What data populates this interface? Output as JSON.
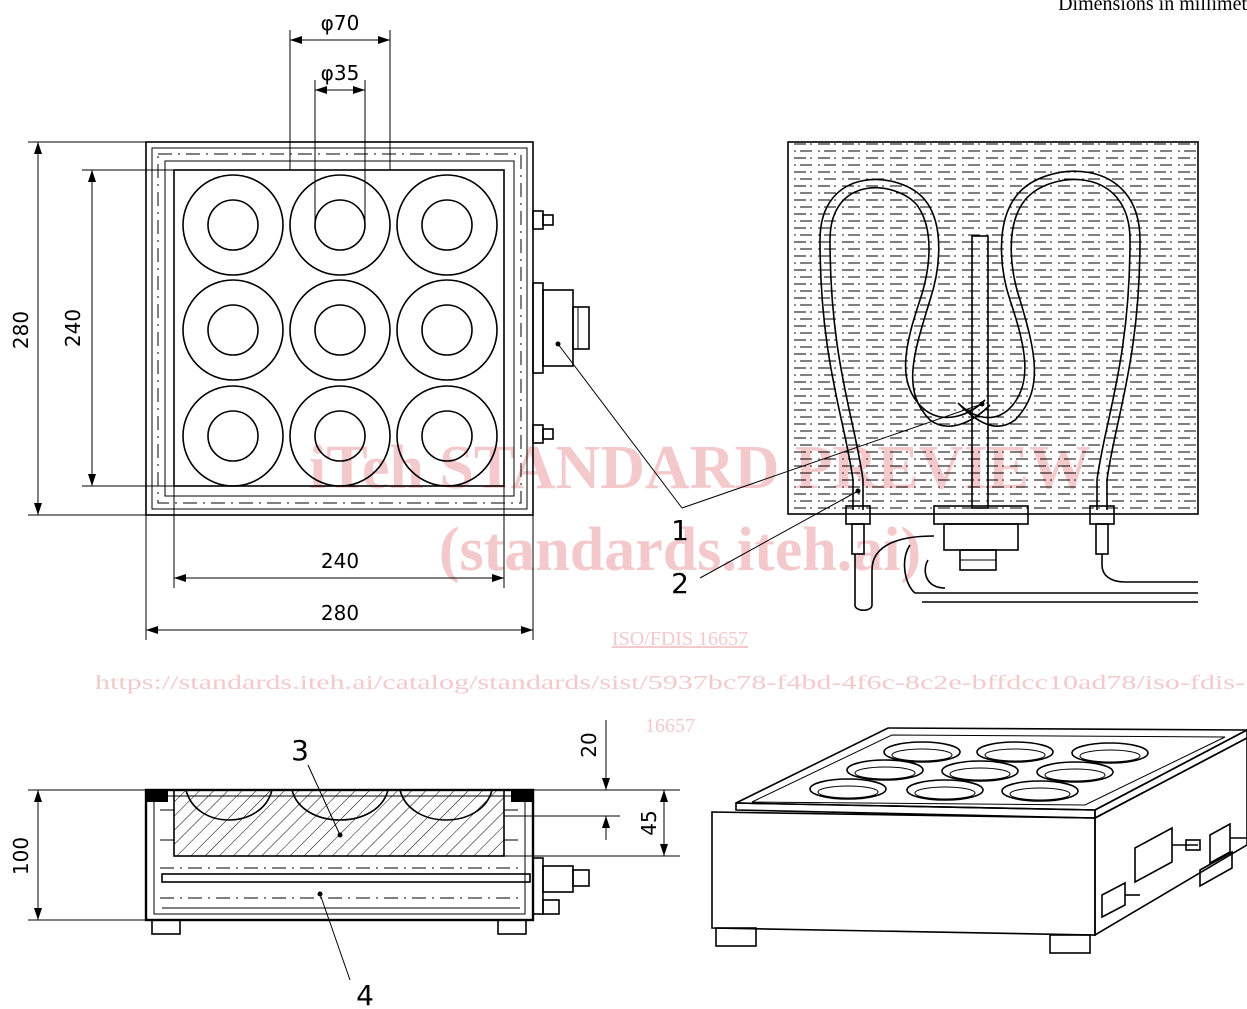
{
  "header": {
    "units_note": "Dimensions in millimet"
  },
  "top_view": {
    "dim_outer_diameter": "φ70",
    "dim_inner_diameter": "φ35",
    "dim_outer_height": "280",
    "dim_inner_height": "240",
    "dim_inner_width": "240",
    "dim_outer_width": "280"
  },
  "callouts": [
    "1",
    "2",
    "3",
    "4"
  ],
  "section_view": {
    "dim_height": "100",
    "dim_top": "20",
    "dim_depth": "45"
  },
  "watermark": {
    "line1": "iTeh STANDARD PREVIEW",
    "line2": "(standards.iteh.ai)",
    "doc": "ISO/FDIS 16657",
    "url": "https://standards.iteh.ai/catalog/standards/sist/5937bc78-f4bd-4f6c-8c2e-bffdcc10ad78/iso-fdis-",
    "num": "16657"
  }
}
